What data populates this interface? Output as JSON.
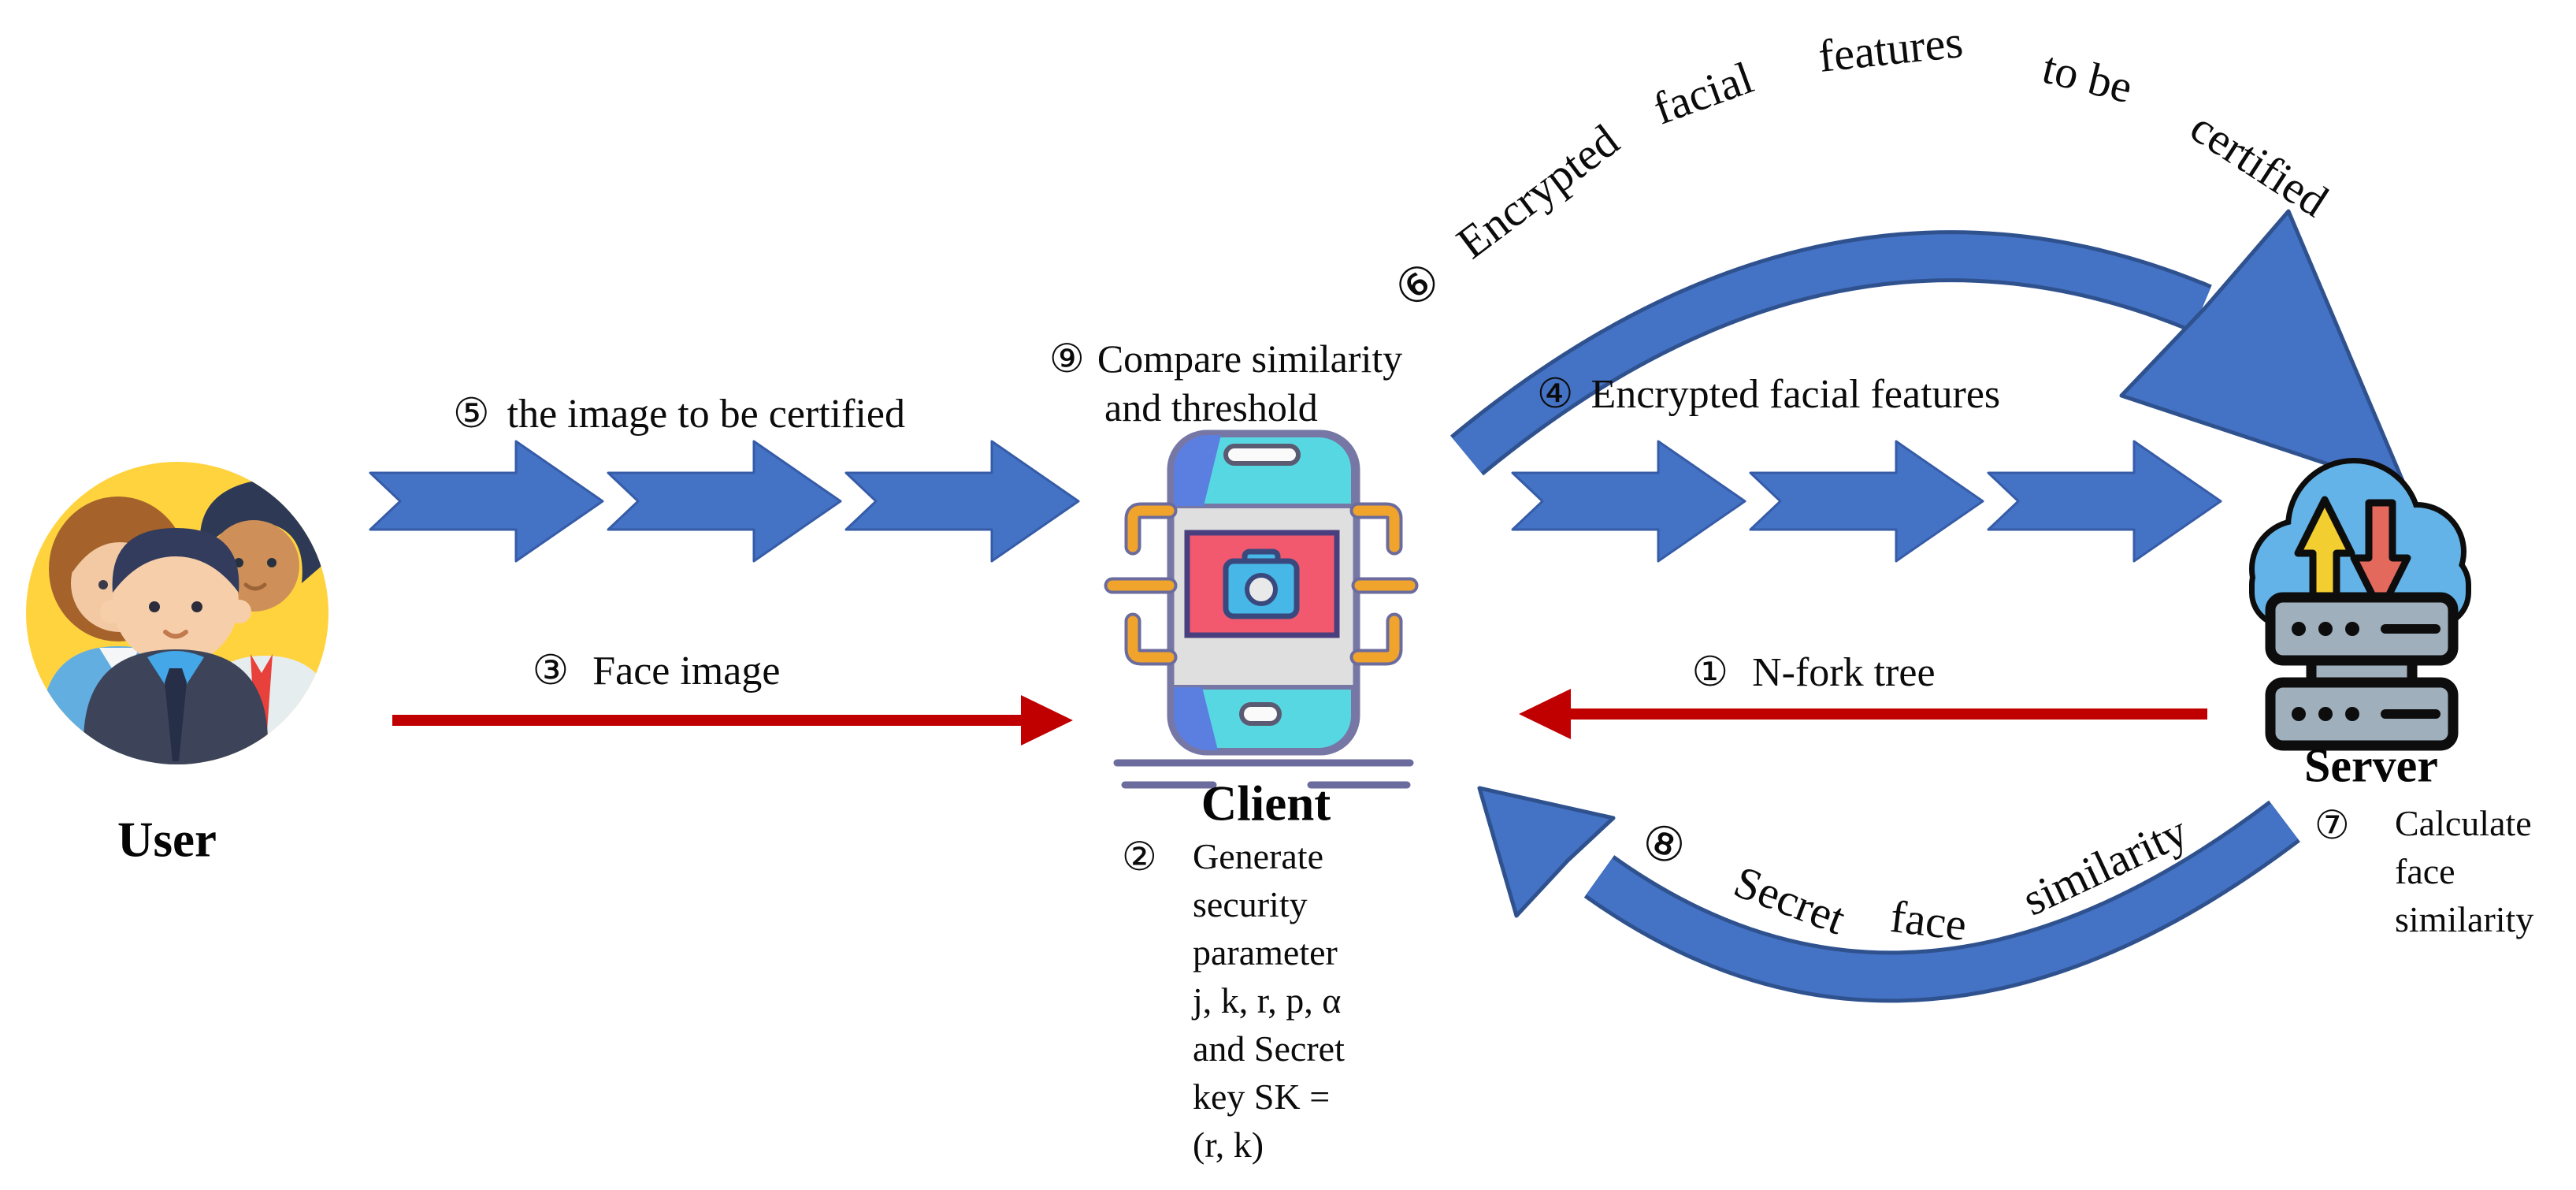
{
  "diagram": {
    "nodes": {
      "user": {
        "label": "User"
      },
      "client": {
        "label": "Client"
      },
      "server": {
        "label": "Server"
      }
    },
    "steps": {
      "s1": {
        "num": "①",
        "label": "N-fork tree"
      },
      "s2": {
        "num": "②",
        "lines": [
          "Generate",
          "security",
          "parameter",
          "j, k, r, p, α",
          "and Secret",
          "key SK =",
          "(r, k)"
        ]
      },
      "s3": {
        "num": "③",
        "label": "Face image"
      },
      "s4": {
        "num": "④",
        "label": "Encrypted facial features"
      },
      "s5": {
        "num": "⑤",
        "label": "the image to be certified"
      },
      "s6": {
        "num": "⑥",
        "words": [
          "Encrypted",
          "facial",
          "features",
          "to be",
          "certified"
        ]
      },
      "s7": {
        "num": "⑦",
        "lines": [
          "Calculate",
          "face",
          "similarity"
        ]
      },
      "s8": {
        "num": "⑧",
        "words": [
          "Secret",
          "face",
          "similarity"
        ]
      },
      "s9": {
        "num": "⑨",
        "line1": "Compare similarity",
        "line2": "and threshold"
      }
    },
    "colors": {
      "arrow_blue": "#4472C4",
      "arrow_blue_edge": "#2F528F",
      "red_arrow": "#C00000",
      "bracket_orange": "#F0A42C",
      "bracket_outline": "#6B6B9E",
      "phone_teal": "#57D7E2",
      "phone_body_gray": "#DFDFDF",
      "phone_outline": "#7777A6",
      "panel_pink": "#F2596E",
      "panel_outline": "#4A3F7E",
      "camera_blue": "#47B7E8",
      "cloud_blue": "#63B3E8",
      "rack_gray": "#9FAFBC",
      "icon_outline_black": "#0D0D0D",
      "up_arrow_yellow": "#F2CE30",
      "down_arrow_red": "#E2695C",
      "user_bg_yellow": "#FFD33E"
    }
  }
}
